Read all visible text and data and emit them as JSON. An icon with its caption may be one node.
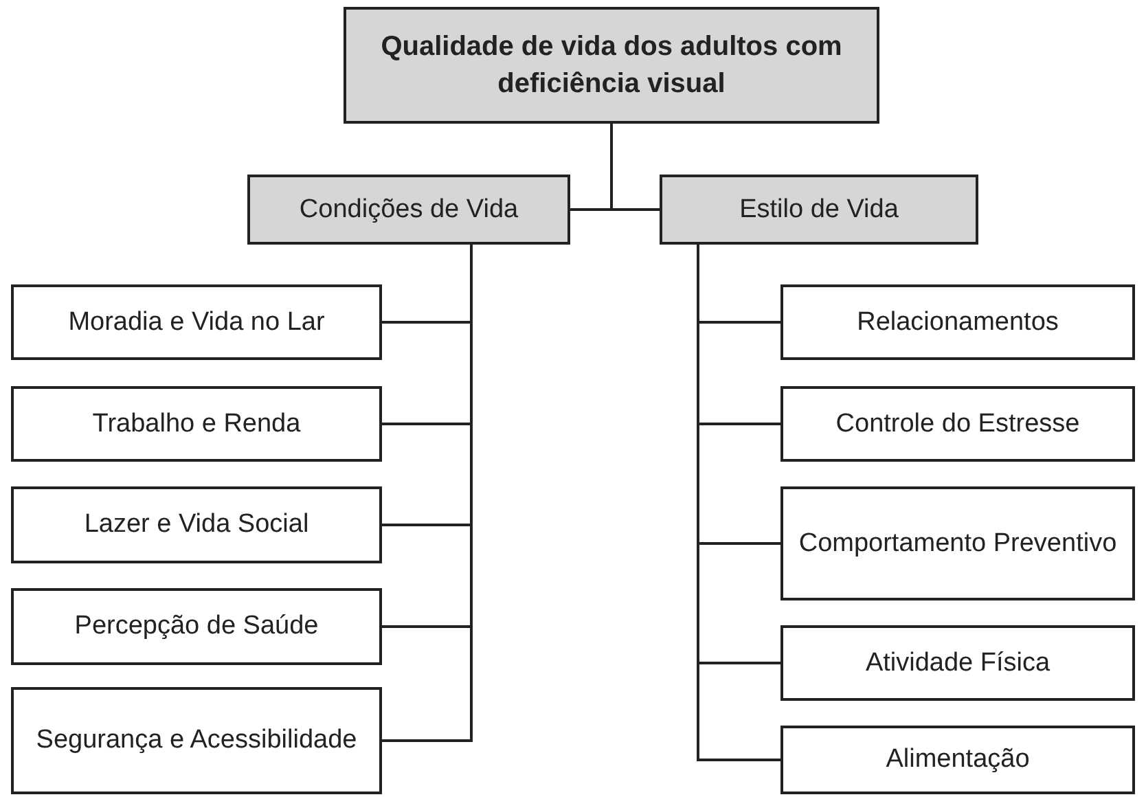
{
  "diagram": {
    "nodes": [
      {
        "text": [
          "Qualidade de vida dos adultos com deficiência visual"
        ]
      },
      {
        "text": [
          "Condições de Vida"
        ]
      },
      {
        "text": [
          "Estilo de Vida"
        ]
      },
      {
        "text": [
          "Moradia e Vida no Lar"
        ]
      },
      {
        "text": [
          "Trabalho e Renda"
        ]
      },
      {
        "text": [
          "Lazer e Vida Social"
        ]
      },
      {
        "text": [
          "Percepção de Saúde"
        ]
      },
      {
        "text": [
          "Segurança e Acessibilidade"
        ]
      },
      {
        "text": [
          "Relacionamentos"
        ]
      },
      {
        "text": [
          "Controle do Estresse"
        ]
      },
      {
        "text": [
          "Comportamento Preventivo"
        ]
      },
      {
        "text": [
          "Atividade Física"
        ]
      },
      {
        "text": [
          "Alimentação"
        ]
      }
    ],
    "edges": [
      {
        "from": 0,
        "to": 1,
        "arrow": "none"
      },
      {
        "from": 0,
        "to": 2,
        "arrow": "none"
      },
      {
        "from": 1,
        "to": 3,
        "arrow": "none"
      },
      {
        "from": 1,
        "to": 4,
        "arrow": "none"
      },
      {
        "from": 1,
        "to": 5,
        "arrow": "none"
      },
      {
        "from": 1,
        "to": 6,
        "arrow": "none"
      },
      {
        "from": 1,
        "to": 7,
        "arrow": "none"
      },
      {
        "from": 2,
        "to": 8,
        "arrow": "none"
      },
      {
        "from": 2,
        "to": 9,
        "arrow": "none"
      },
      {
        "from": 2,
        "to": 10,
        "arrow": "none"
      },
      {
        "from": 2,
        "to": 11,
        "arrow": "none"
      },
      {
        "from": 2,
        "to": 12,
        "arrow": "none"
      }
    ]
  }
}
